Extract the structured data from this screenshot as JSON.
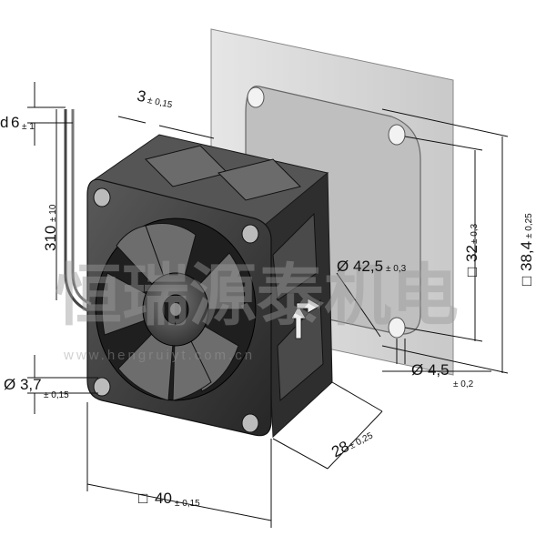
{
  "dimensions": {
    "wire_gauge": {
      "value": "6",
      "tol": "± 1"
    },
    "mount_plate_thickness": {
      "value": "3",
      "tol": "± 0,15"
    },
    "lead_length": {
      "value": "310",
      "tol": "± 10"
    },
    "blade_diameter": {
      "value": "Ø 42,5",
      "tol": "± 0,3"
    },
    "hole_spacing": {
      "value": "32",
      "tol": "± 0,3"
    },
    "cutout_size": {
      "value": "38,4",
      "tol": "± 0,25"
    },
    "mount_hole": {
      "value": "Ø 3,7",
      "tol": "± 0,15"
    },
    "plate_hole": {
      "value": "Ø 4,5",
      "tol": "± 0,2"
    },
    "fan_depth": {
      "value": "28",
      "tol": "± 0,25"
    },
    "fan_size": {
      "value": "40",
      "tol": "± 0,15"
    }
  },
  "prefix": {
    "square_symbol": "□",
    "wire_prefix": "d"
  },
  "watermark": {
    "text": "恒瑞源泰机电",
    "url": "www.hengruiyt.com.cn"
  },
  "colors": {
    "fan_body": "#3d3d3d",
    "plate": "#d8d8d8",
    "line": "#111111"
  }
}
